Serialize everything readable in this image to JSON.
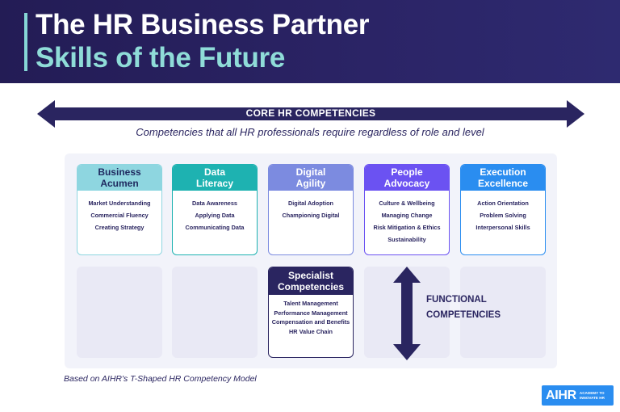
{
  "header": {
    "title_line1": "The HR Business Partner",
    "title_line2": "Skills of the Future",
    "colors": {
      "background": "#231c55",
      "accent": "#8fdcd8"
    }
  },
  "core": {
    "label": "CORE HR COMPETENCIES",
    "subtitle": "Competencies that all HR professionals require regardless of role and level"
  },
  "competencies": [
    {
      "title_line1": "Business",
      "title_line2": "Acumen",
      "color": "#8ed6e0",
      "items": [
        "Market Understanding",
        "Commercial Fluency",
        "Creating Strategy"
      ]
    },
    {
      "title_line1": "Data",
      "title_line2": "Literacy",
      "color": "#1eb2b1",
      "items": [
        "Data Awareness",
        "Applying Data",
        "Communicating Data"
      ]
    },
    {
      "title_line1": "Digital",
      "title_line2": "Agility",
      "color": "#7c8be0",
      "items": [
        "Digital Adoption",
        "Championing Digital"
      ]
    },
    {
      "title_line1": "People",
      "title_line2": "Advocacy",
      "color": "#6b52f2",
      "items": [
        "Culture & Wellbeing",
        "Managing Change",
        "Risk Mitigation & Ethics",
        "Sustainability"
      ]
    },
    {
      "title_line1": "Execution",
      "title_line2": "Excellence",
      "color": "#2a8df0",
      "items": [
        "Action Orientation",
        "Problem Solving",
        "Interpersonal Skills"
      ]
    }
  ],
  "specialist": {
    "title_line1": "Specialist",
    "title_line2": "Competencies",
    "color": "#2a2560",
    "items": [
      "Talent Management",
      "Performance Management",
      "Compensation and Benefits",
      "HR Value Chain"
    ]
  },
  "functional": {
    "line1": "FUNCTIONAL",
    "line2": "COMPETENCIES"
  },
  "footnote": "Based on AIHR's T-Shaped HR Competency Model",
  "logo": {
    "word": "AIHR",
    "tag_line1": "ACADEMY TO",
    "tag_line2": "INNOVATE HR",
    "color": "#2a8df0"
  }
}
